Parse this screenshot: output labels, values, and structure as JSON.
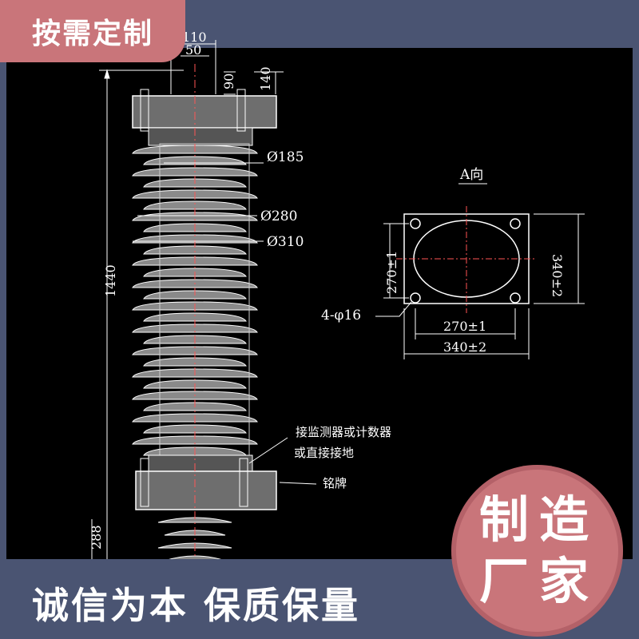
{
  "tag": {
    "label": "按需定制"
  },
  "drawing": {
    "top_dims": [
      "110",
      "50",
      "90",
      "140"
    ],
    "total_height": "1440",
    "bottom_dim": "288",
    "diameters": [
      "Ø185",
      "Ø280",
      "Ø310"
    ],
    "view_title": "A向",
    "hole_spec": "4-φ16",
    "inner_dim_h": "270±1",
    "outer_dim_h": "340±2",
    "inner_dim_v": "270±1",
    "outer_dim_v": "340±2",
    "note_line1": "接监测器或计数器",
    "note_line2": "或直接接地",
    "nameplate": "铭牌"
  },
  "badge": {
    "line1": [
      "制",
      "造"
    ],
    "line2": [
      "厂",
      "家"
    ]
  },
  "slogan": "诚信为本  保质保量",
  "colors": {
    "background": "#4a5472",
    "panel": "#000000",
    "accent": "#c9757a",
    "line": "#ffffff",
    "body": "#8a8a8a"
  }
}
